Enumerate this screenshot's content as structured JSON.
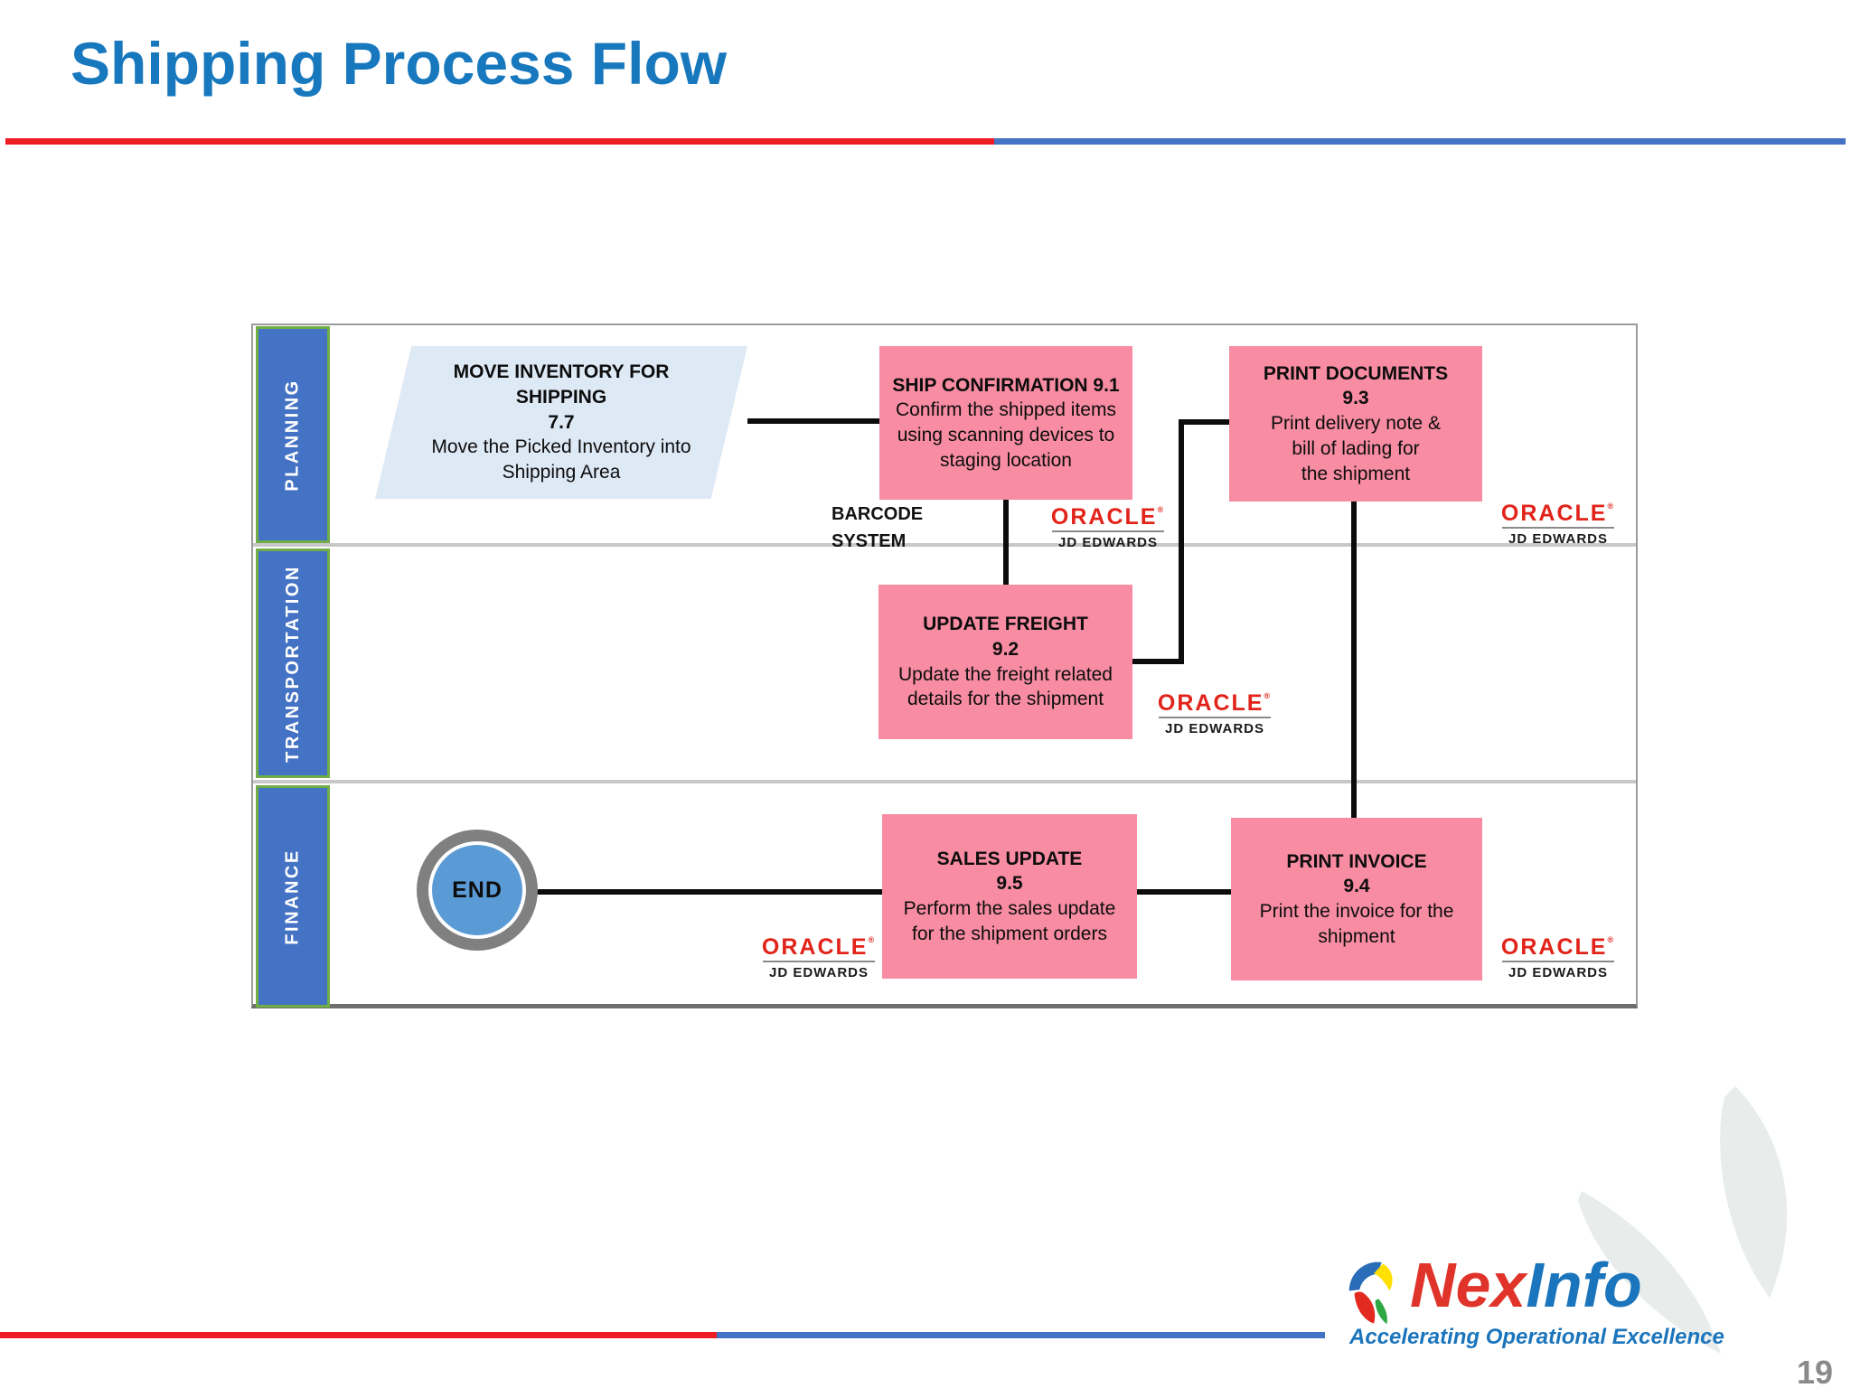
{
  "slide": {
    "title": "Shipping Process Flow",
    "page_number": "19"
  },
  "colors": {
    "title_blue": "#1878BE",
    "accent_red": "#EE1C25",
    "accent_blue": "#4472C4",
    "lane_fill": "#4472C4",
    "lane_border": "#70AD47",
    "node_pink": "#F78CA2",
    "node_light_blue": "#DEE9F6",
    "end_ring": "#808080",
    "end_fill": "#5B9BD5",
    "oracle_red": "#E2231A",
    "nexinfo_red": "#E0332A",
    "nexinfo_blue": "#1B75BC"
  },
  "lanes": [
    {
      "label": "PLANNING"
    },
    {
      "label": "TRANSPORTATION"
    },
    {
      "label": "FINANCE"
    }
  ],
  "nodes": {
    "move_inventory": {
      "title_lines": [
        "MOVE INVENTORY FOR",
        "SHIPPING"
      ],
      "number": "7.7",
      "desc_lines": [
        "Move the Picked Inventory into",
        "Shipping Area"
      ]
    },
    "ship_confirmation": {
      "title": "SHIP CONFIRMATION 9.1",
      "desc_lines": [
        "Confirm the shipped items",
        "using scanning devices to",
        "staging location"
      ]
    },
    "print_documents": {
      "title": "PRINT DOCUMENTS",
      "number": "9.3",
      "desc_lines": [
        "Print delivery note &",
        "bill of lading for",
        "the shipment"
      ]
    },
    "update_freight": {
      "title": "UPDATE FREIGHT",
      "number": "9.2",
      "desc_lines": [
        "Update the freight related",
        "details for the shipment"
      ]
    },
    "sales_update": {
      "title": "SALES UPDATE",
      "number": "9.5",
      "desc_lines": [
        "Perform the sales update",
        "for the shipment orders"
      ]
    },
    "print_invoice": {
      "title": "PRINT INVOICE",
      "number": "9.4",
      "desc_lines": [
        "Print the invoice for the",
        "shipment"
      ]
    },
    "end": {
      "label": "END"
    }
  },
  "annotations": {
    "barcode_lines": [
      "BARCODE",
      "SYSTEM"
    ]
  },
  "oracle": {
    "brand": "ORACLE",
    "trademark": "®",
    "sub": "JD EDWARDS"
  },
  "footer": {
    "brand_red": "Nex",
    "brand_blue": "Info",
    "tagline": "Accelerating Operational Excellence"
  }
}
